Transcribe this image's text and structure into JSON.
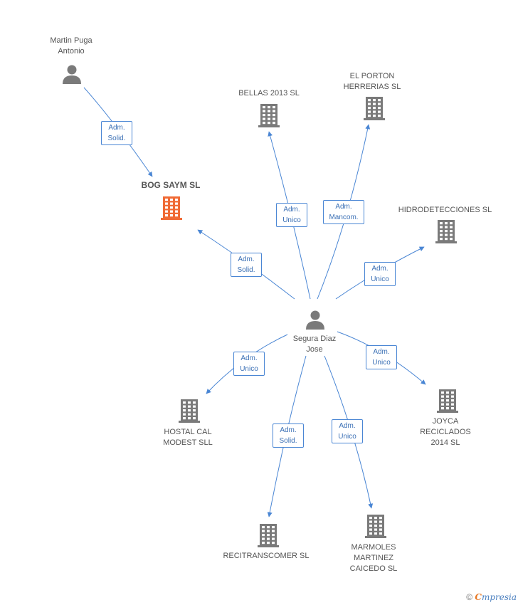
{
  "colors": {
    "edge": "#4a86d4",
    "person": "#7a7a7a",
    "company": "#7a7a7a",
    "company_main": "#f06a35"
  },
  "nodes": {
    "martin": {
      "label": "Martin Puga\nAntonio",
      "icon": "person-icon"
    },
    "bog": {
      "label": "BOG SAYM SL",
      "icon": "building-icon"
    },
    "bellas": {
      "label": "BELLAS 2013 SL",
      "icon": "building-icon"
    },
    "porton": {
      "label": "EL PORTON\nHERRERIAS  SL",
      "icon": "building-icon"
    },
    "hidro": {
      "label": "HIDRODETECCIONES SL",
      "icon": "building-icon"
    },
    "segura": {
      "label": "Segura Diaz\nJose",
      "icon": "person-icon"
    },
    "hostal": {
      "label": "HOSTAL CAL\nMODEST SLL",
      "icon": "building-icon"
    },
    "joyca": {
      "label": "JOYCA\nRECICLADOS\n2014  SL",
      "icon": "building-icon"
    },
    "recitrans": {
      "label": "RECITRANSCOMER SL",
      "icon": "building-icon"
    },
    "marmoles": {
      "label": "MARMOLES\nMARTINEZ\nCAICEDO SL",
      "icon": "building-icon"
    }
  },
  "edges": {
    "martin_bog": "Adm.\nSolid.",
    "segura_bog": "Adm.\nSolid.",
    "segura_bellas": "Adm.\nUnico",
    "segura_porton": "Adm.\nMancom.",
    "segura_hidro": "Adm.\nUnico",
    "segura_hostal": "Adm.\nUnico",
    "segura_joyca": "Adm.\nUnico",
    "segura_recitrans": "Adm.\nSolid.",
    "segura_marmoles": "Adm.\nUnico"
  },
  "footer": {
    "copyright": "©",
    "brand_first": "C",
    "brand_rest": "mpresia"
  }
}
